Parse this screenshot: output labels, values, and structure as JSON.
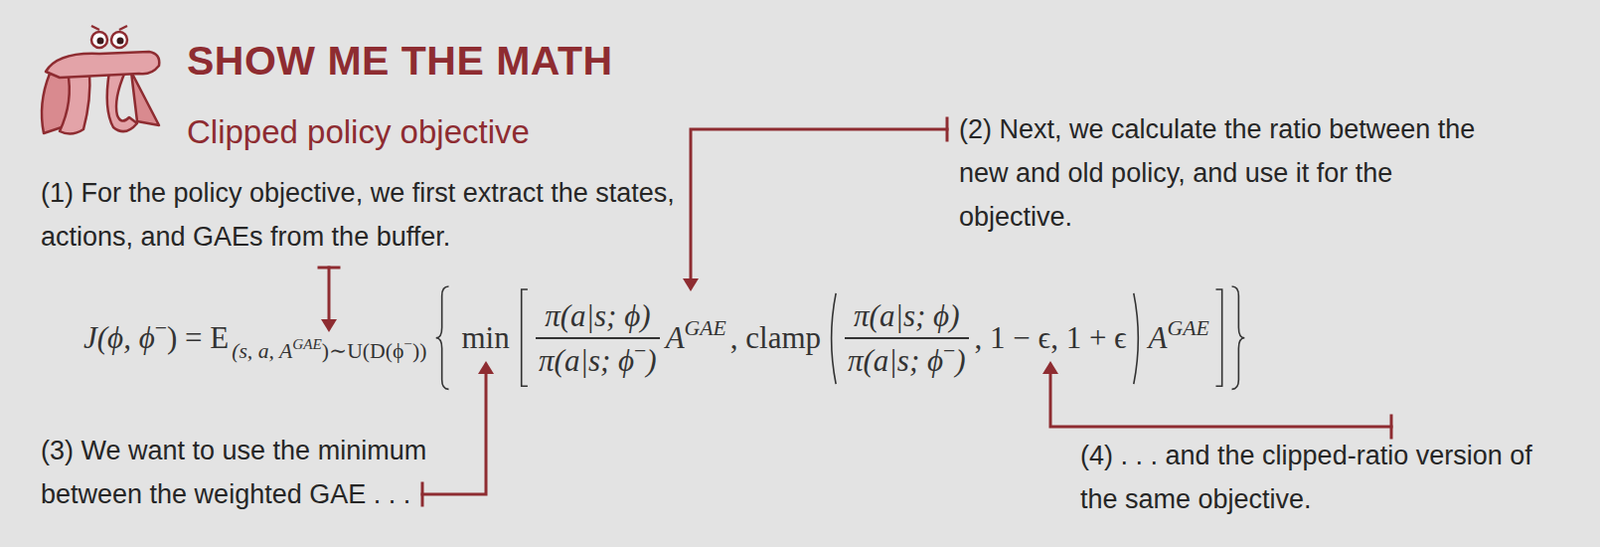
{
  "diagram": {
    "title": "SHOW ME THE MATH",
    "labels": [
      "Clipped policy objective",
      "(1) For the policy objective, we first extract the states, actions, and GAEs from the buffer.",
      "(2) Next, we calculate the ratio between the new and old policy, and use it for the objective.",
      "J(ϕ, ϕ",
      "−",
      ") = E",
      "(s, a, A",
      "GAE",
      ")∼U(D(ϕ",
      "−",
      "))",
      "min",
      "π(a|s; ϕ)",
      "π(a|s; ϕ",
      "−",
      ")",
      "A",
      "GAE",
      ", clamp",
      "π(a|s; ϕ)",
      "π(a|s; ϕ",
      "−",
      ")",
      ", 1 − ϵ, 1 + ϵ",
      "A",
      "GAE",
      "(3) We want to use the minimum between the weighted GAE . . .",
      "(4) . . . and the clipped-ratio version of the same objective."
    ]
  }
}
